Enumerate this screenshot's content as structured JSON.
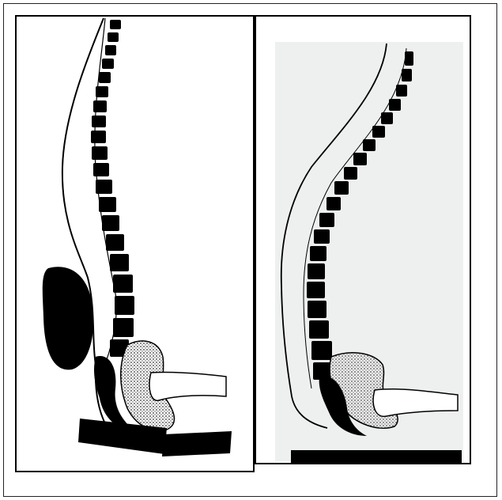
{
  "figure": {
    "panels": [
      {
        "id": "left",
        "subject": "spine-with-mass"
      },
      {
        "id": "right",
        "subject": "spine-on-base"
      }
    ],
    "colors": {
      "ink": "#000000",
      "paper": "#ffffff",
      "photo_bg": "#eef0f0",
      "stipple": "#9a9a9a"
    }
  }
}
